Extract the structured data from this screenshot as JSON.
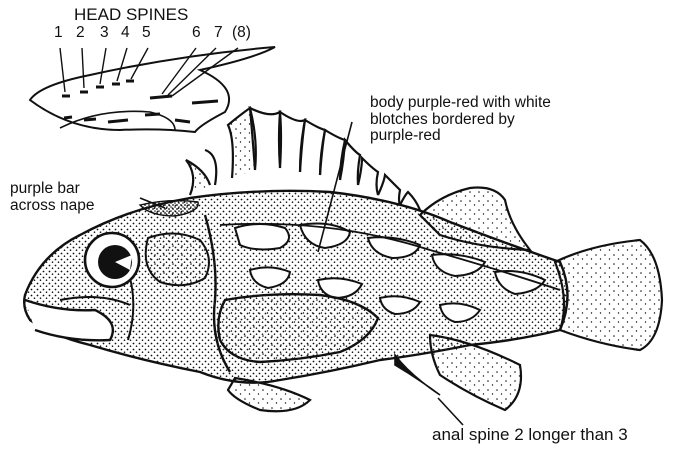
{
  "labels": {
    "head_spines": "HEAD SPINES",
    "spine_numbers": [
      "1",
      "2",
      "3",
      "4",
      "5",
      "6",
      "7",
      "(8)"
    ],
    "body_color": [
      "body purple-red with white",
      "blotches bordered by",
      "purple-red"
    ],
    "nape_bar": [
      "purple bar",
      "across nape"
    ],
    "anal_spine": "anal spine 2 longer than 3"
  },
  "colors": {
    "ink": "#111111",
    "background": "#ffffff"
  }
}
